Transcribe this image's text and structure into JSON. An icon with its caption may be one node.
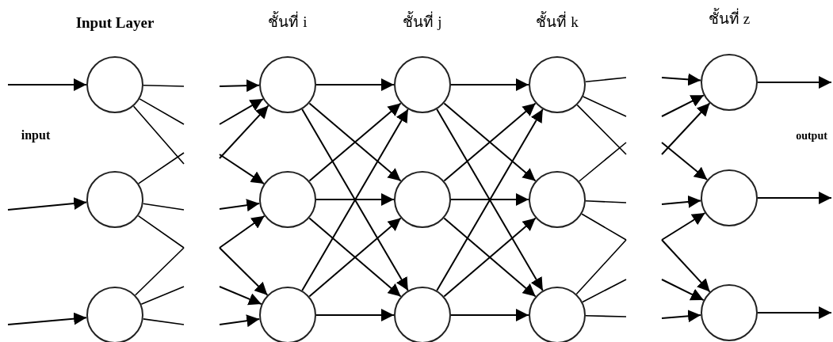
{
  "diagram": {
    "nodes": [
      {
        "text": [],
        "shape": "circle"
      },
      {
        "text": [],
        "shape": "circle"
      },
      {
        "text": [],
        "shape": "circle"
      },
      {
        "text": [],
        "shape": "circle"
      },
      {
        "text": [],
        "shape": "circle"
      },
      {
        "text": [],
        "shape": "circle"
      },
      {
        "text": [],
        "shape": "circle"
      },
      {
        "text": [],
        "shape": "circle"
      },
      {
        "text": [],
        "shape": "circle"
      },
      {
        "text": [],
        "shape": "circle"
      },
      {
        "text": [],
        "shape": "circle"
      },
      {
        "text": [],
        "shape": "circle"
      },
      {
        "text": [],
        "shape": "circle"
      },
      {
        "text": [],
        "shape": "circle"
      },
      {
        "text": [],
        "shape": "circle"
      }
    ],
    "edges": [
      {
        "from": null,
        "to": 0,
        "arrow": "to"
      },
      {
        "from": null,
        "to": 1,
        "arrow": "to"
      },
      {
        "from": null,
        "to": 2,
        "arrow": "to"
      },
      {
        "from": 0,
        "to": null,
        "arrow": "none"
      },
      {
        "from": 0,
        "to": null,
        "arrow": "none"
      },
      {
        "from": 0,
        "to": null,
        "arrow": "none"
      },
      {
        "from": 1,
        "to": null,
        "arrow": "none"
      },
      {
        "from": 1,
        "to": null,
        "arrow": "none"
      },
      {
        "from": 1,
        "to": null,
        "arrow": "none"
      },
      {
        "from": 2,
        "to": null,
        "arrow": "none"
      },
      {
        "from": 2,
        "to": null,
        "arrow": "none"
      },
      {
        "from": 2,
        "to": null,
        "arrow": "none"
      },
      {
        "from": null,
        "to": 3,
        "arrow": "to"
      },
      {
        "from": null,
        "to": 3,
        "arrow": "to"
      },
      {
        "from": null,
        "to": 3,
        "arrow": "to"
      },
      {
        "from": null,
        "to": 4,
        "arrow": "to"
      },
      {
        "from": null,
        "to": 4,
        "arrow": "to"
      },
      {
        "from": null,
        "to": 4,
        "arrow": "to"
      },
      {
        "from": null,
        "to": 5,
        "arrow": "to"
      },
      {
        "from": null,
        "to": 5,
        "arrow": "to"
      },
      {
        "from": null,
        "to": 5,
        "arrow": "to"
      },
      {
        "from": 3,
        "to": 6,
        "arrow": "to"
      },
      {
        "from": 3,
        "to": 7,
        "arrow": "to"
      },
      {
        "from": 3,
        "to": 8,
        "arrow": "to"
      },
      {
        "from": 4,
        "to": 6,
        "arrow": "to"
      },
      {
        "from": 4,
        "to": 7,
        "arrow": "to"
      },
      {
        "from": 4,
        "to": 8,
        "arrow": "to"
      },
      {
        "from": 5,
        "to": 6,
        "arrow": "to"
      },
      {
        "from": 5,
        "to": 7,
        "arrow": "to"
      },
      {
        "from": 5,
        "to": 8,
        "arrow": "to"
      },
      {
        "from": 6,
        "to": 9,
        "arrow": "to"
      },
      {
        "from": 6,
        "to": 10,
        "arrow": "to"
      },
      {
        "from": 6,
        "to": 11,
        "arrow": "to"
      },
      {
        "from": 7,
        "to": 9,
        "arrow": "to"
      },
      {
        "from": 7,
        "to": 10,
        "arrow": "to"
      },
      {
        "from": 7,
        "to": 11,
        "arrow": "to"
      },
      {
        "from": 8,
        "to": 9,
        "arrow": "to"
      },
      {
        "from": 8,
        "to": 10,
        "arrow": "to"
      },
      {
        "from": 8,
        "to": 11,
        "arrow": "to"
      },
      {
        "from": 9,
        "to": null,
        "arrow": "none"
      },
      {
        "from": 9,
        "to": null,
        "arrow": "none"
      },
      {
        "from": 9,
        "to": null,
        "arrow": "none"
      },
      {
        "from": 10,
        "to": null,
        "arrow": "none"
      },
      {
        "from": 10,
        "to": null,
        "arrow": "none"
      },
      {
        "from": 10,
        "to": null,
        "arrow": "none"
      },
      {
        "from": 11,
        "to": null,
        "arrow": "none"
      },
      {
        "from": 11,
        "to": null,
        "arrow": "none"
      },
      {
        "from": 11,
        "to": null,
        "arrow": "none"
      },
      {
        "from": null,
        "to": 12,
        "arrow": "to"
      },
      {
        "from": null,
        "to": 12,
        "arrow": "to"
      },
      {
        "from": null,
        "to": 12,
        "arrow": "to"
      },
      {
        "from": null,
        "to": 13,
        "arrow": "to"
      },
      {
        "from": null,
        "to": 13,
        "arrow": "to"
      },
      {
        "from": null,
        "to": 13,
        "arrow": "to"
      },
      {
        "from": null,
        "to": 14,
        "arrow": "to"
      },
      {
        "from": null,
        "to": 14,
        "arrow": "to"
      },
      {
        "from": null,
        "to": 14,
        "arrow": "to"
      },
      {
        "from": 12,
        "to": null,
        "arrow": "to"
      },
      {
        "from": 13,
        "to": null,
        "arrow": "to"
      },
      {
        "from": 14,
        "to": null,
        "arrow": "to"
      }
    ],
    "labels": [
      "Input Layer",
      "ชั้นที่ i",
      "ชั้นที่ j",
      "ชั้นที่ k",
      "ชั้นที่ z",
      "input",
      "output"
    ]
  }
}
